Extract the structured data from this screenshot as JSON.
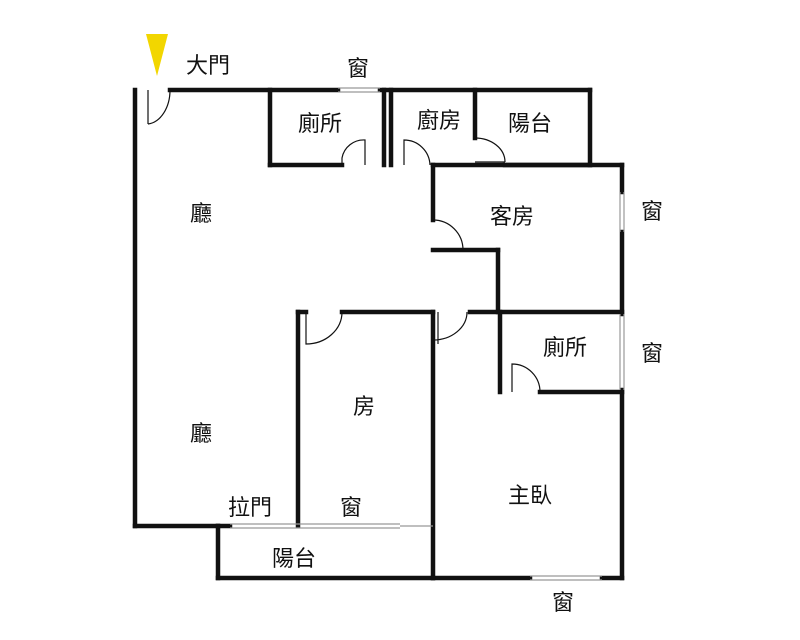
{
  "labels": {
    "main_door": "大門",
    "window_top": "窗",
    "toilet_1": "廁所",
    "kitchen": "廚房",
    "balcony_top": "陽台",
    "living_top": "廳",
    "living_bottom": "廳",
    "guest_room": "客房",
    "window_guest": "窗",
    "toilet_2": "廁所",
    "window_toilet_2": "窗",
    "room": "房",
    "window_room": "窗",
    "sliding_door": "拉門",
    "master_bedroom": "主臥",
    "balcony_bottom": "陽台",
    "window_bottom": "窗"
  },
  "colors": {
    "wall": "#111111",
    "entrance_marker": "#f2d600",
    "window": "#999999"
  },
  "icons": {
    "entrance_marker": "north-arrow-icon"
  }
}
